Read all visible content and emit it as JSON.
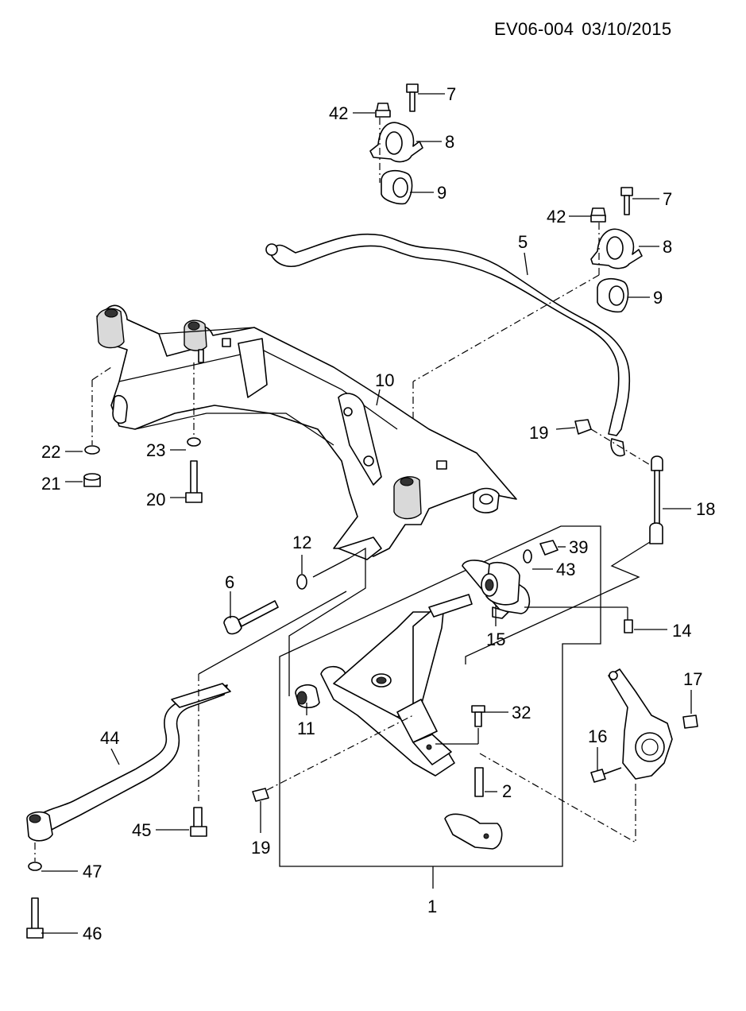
{
  "header": {
    "code": "EV06-004",
    "date": "03/10/2015"
  },
  "callouts": {
    "c1": "1",
    "c2": "2",
    "c5": "5",
    "c6": "6",
    "c7a": "7",
    "c7b": "7",
    "c8a": "8",
    "c8b": "8",
    "c9a": "9",
    "c9b": "9",
    "c10": "10",
    "c11": "11",
    "c12": "12",
    "c14": "14",
    "c15": "15",
    "c16": "16",
    "c17": "17",
    "c18": "18",
    "c19a": "19",
    "c19b": "19",
    "c20": "20",
    "c21": "21",
    "c22": "22",
    "c23": "23",
    "c32": "32",
    "c39": "39",
    "c42a": "42",
    "c42b": "42",
    "c43": "43",
    "c44": "44",
    "c45": "45",
    "c46": "46",
    "c47": "47"
  }
}
